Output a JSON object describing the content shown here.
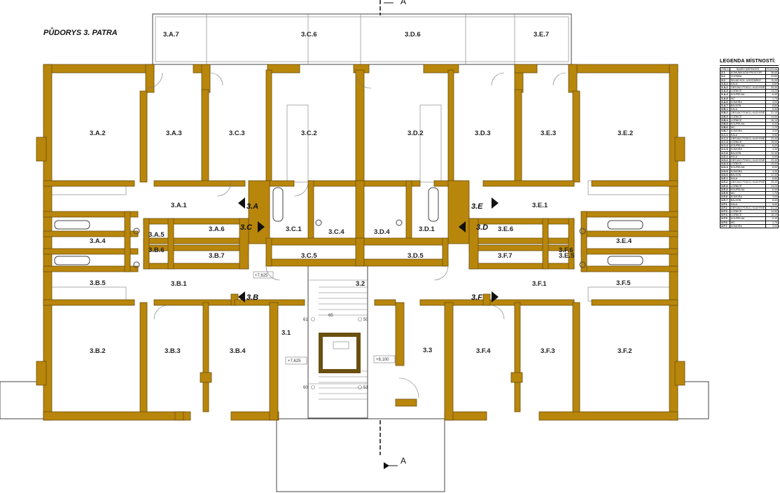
{
  "title": "PŮDORYS  3. PATRA",
  "section_marks": [
    "A",
    "A"
  ],
  "rooms": {
    "3A7": "3.A.7",
    "3C6": "3.C.6",
    "3D6": "3.D.6",
    "3E7": "3.E.7",
    "3A2": "3.A.2",
    "3A3": "3.A.3",
    "3C3": "3.C.3",
    "3C2": "3.C.2",
    "3D2": "3.D.2",
    "3D3": "3.D.3",
    "3E3": "3.E.3",
    "3E2": "3.E.2",
    "3A1": "3.A.1",
    "3A4": "3.A.4",
    "3A5": "3.A.5",
    "3A6": "3.A.6",
    "3B6": "3.B.6",
    "3B7": "3.B.7",
    "3B5": "3.B.5",
    "3B1": "3.B.1",
    "3C1": "3.C.1",
    "3C4": "3.C.4",
    "3D4": "3.D.4",
    "3D1": "3.D.1",
    "3C5": "3.C.5",
    "3D5": "3.D.5",
    "3E1": "3.E.1",
    "3E4": "3.E.4",
    "3E5": "3.E.5",
    "3E6": "3.E.6",
    "3F6": "3.F.6",
    "3F7": "3.F.7",
    "3F5": "3.F.5",
    "3F1": "3.F.1",
    "r32": "3.2",
    "r31": "3.1",
    "r33": "3.3",
    "3B2": "3.B.2",
    "3B3": "3.B.3",
    "3B4": "3.B.4",
    "3F4": "3.F.4",
    "3F3": "3.F.3",
    "3F2": "3.F.2"
  },
  "entries": {
    "A": "3.A",
    "B": "3.B",
    "C": "3.C",
    "D": "3.D",
    "E": "3.E",
    "F": "3.F"
  },
  "levels": {
    "corridor": "+7,625",
    "stair_left": "+7,625",
    "stair_right": "+8,100"
  },
  "stair_numbers": {
    "s65": "65",
    "s50": "50",
    "s61": "61",
    "s60": "60",
    "s51": "51"
  },
  "legend": {
    "title": "LEGENDA MÍSTNOSTÍ:",
    "header": [
      "ČÍSLO",
      "NÁZEV MÍSTNOSTI",
      "PLOCHA"
    ],
    "rows": [
      [
        "3.1",
        "KOMUNIKAČNÍ PROSTOR",
        "36,60"
      ],
      [
        "3.2",
        "CHODBA",
        "23,80"
      ],
      [
        "3.3",
        "SKLAD KOL. A KOČÁRKŮ",
        "11,00"
      ],
      [
        "3.A.1",
        "HALA",
        "8,80"
      ],
      [
        "3.A.2",
        "OBÝVACÍ POKOJ, KUCHYNĚ",
        "25,40"
      ],
      [
        "3.A.3",
        "LOŽNICE",
        "13,20"
      ],
      [
        "3.A.4",
        "KOUPELNA",
        "6,40"
      ],
      [
        "3.A.5",
        "WC",
        "1,70"
      ],
      [
        "3.A.6",
        "KOMORA",
        "3,00"
      ],
      [
        "3.A.7",
        "BALKÓN",
        "8,60"
      ],
      [
        "3.B.1",
        "HALA",
        "5,50"
      ],
      [
        "3.B.2",
        "OBÝVACÍ POKOJ, KUCHYNĚ",
        "21,10"
      ],
      [
        "3.B.3",
        "LOŽNICE",
        "14,50"
      ],
      [
        "3.B.4",
        "LOŽNICE",
        "16,10"
      ],
      [
        "3.B.5",
        "KOUPELNA",
        "6,40"
      ],
      [
        "3.B.6",
        "WC",
        "1,70"
      ],
      [
        "3.B.7",
        "KOMORA",
        "3,00"
      ],
      [
        "3.C.1",
        "HALA",
        "5,50"
      ],
      [
        "3.C.2",
        "OBÝVACÍ POKOJ, KUCHYNĚ",
        "23,40"
      ],
      [
        "3.C.3",
        "LOŽNICE",
        "15,00"
      ],
      [
        "3.C.4",
        "KOUPELNA",
        "6,00"
      ],
      [
        "3.C.5",
        "KOMORA",
        "4,30"
      ],
      [
        "3.C.6",
        "BALKÓN",
        "12,40"
      ],
      [
        "3.D.1",
        "HALA",
        "5,50"
      ],
      [
        "3.D.2",
        "OBÝVACÍ POKOJ, KUCHYNĚ",
        "23,40"
      ],
      [
        "3.D.3",
        "LOŽNICE",
        "15,00"
      ],
      [
        "3.D.4",
        "KOUPELNA",
        "6,00"
      ],
      [
        "3.D.5",
        "KOMORA",
        "4,30"
      ],
      [
        "3.D.6",
        "BALKÓN",
        "12,40"
      ],
      [
        "3.E.1",
        "HALA",
        "8,80"
      ],
      [
        "3.E.2",
        "OBÝVACÍ POKOJ, KUCHYNĚ",
        "25,40"
      ],
      [
        "3.E.3",
        "LOŽNICE",
        "13,20"
      ],
      [
        "3.E.4",
        "KOUPELNA",
        "6,40"
      ],
      [
        "3.E.5",
        "WC",
        "1,70"
      ],
      [
        "3.E.6",
        "KOMORA",
        "3,00"
      ],
      [
        "3.E.7",
        "BALKÓN",
        "8,60"
      ],
      [
        "3.F.1",
        "HALA",
        "5,50"
      ],
      [
        "3.F.2",
        "OBÝVACÍ POKOJ, KUCHYNĚ",
        "21,10"
      ],
      [
        "3.F.3",
        "LOŽNICE",
        "14,50"
      ],
      [
        "3.F.4",
        "LOŽNICE",
        "16,10"
      ],
      [
        "3.F.5",
        "KOUPELNA",
        "6,40"
      ],
      [
        "3.F.6",
        "WC",
        "1,70"
      ],
      [
        "3.F.7",
        "KOMORA",
        "3,00"
      ]
    ]
  }
}
